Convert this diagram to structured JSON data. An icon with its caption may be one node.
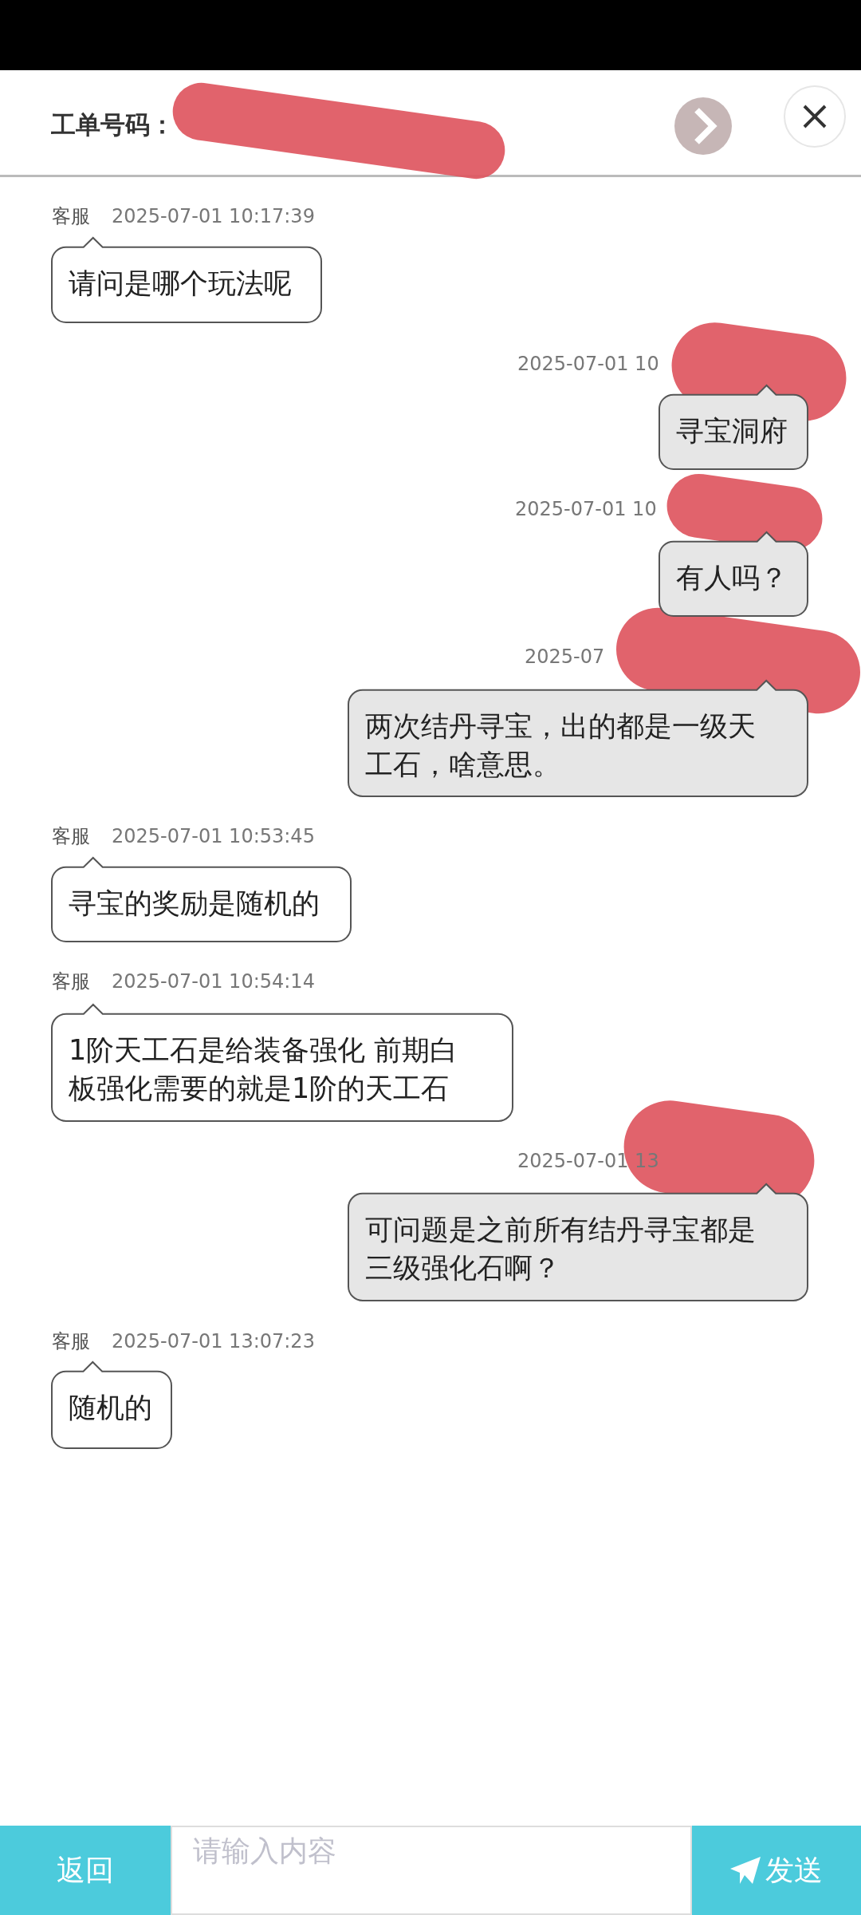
{
  "diagram": {
    "nodes": [
      {
        "text": [],
        "shape": "bar"
      },
      {
        "text": [
          "请问是哪个玩法呢"
        ],
        "beside": [
          "客服",
          "2025-07-01 10:17:39"
        ]
      },
      {
        "text": [
          "寻宝洞府"
        ],
        "beside": [
          "2025-07-01 10"
        ]
      },
      {
        "text": [
          "有人吗？"
        ],
        "beside": [
          "2025-07-01 10"
        ]
      },
      {
        "text": [
          "两次结丹寻宝，出的都是一级天工石，啥意思。"
        ],
        "beside": [
          "2025-07"
        ]
      },
      {
        "text": [
          "寻宝的奖励是随机的"
        ],
        "beside": [
          "客服",
          "2025-07-01 10:53:45"
        ]
      },
      {
        "text": [
          "1阶天工石是给装备强化 前期白板强化需要的就是1阶的天工石"
        ],
        "beside": [
          "客服",
          "2025-07-01 10:54:14"
        ]
      },
      {
        "text": [
          "可问题是之前所有结丹寻宝都是三级强化石啊？"
        ],
        "beside": [
          "2025-07-01 13"
        ]
      },
      {
        "text": [
          "随机的"
        ],
        "beside": [
          "客服",
          "2025-07-01 13:07:23"
        ]
      }
    ],
    "labels": [
      "工单号码：",
      "返回",
      "请输入内容",
      "发送"
    ]
  }
}
